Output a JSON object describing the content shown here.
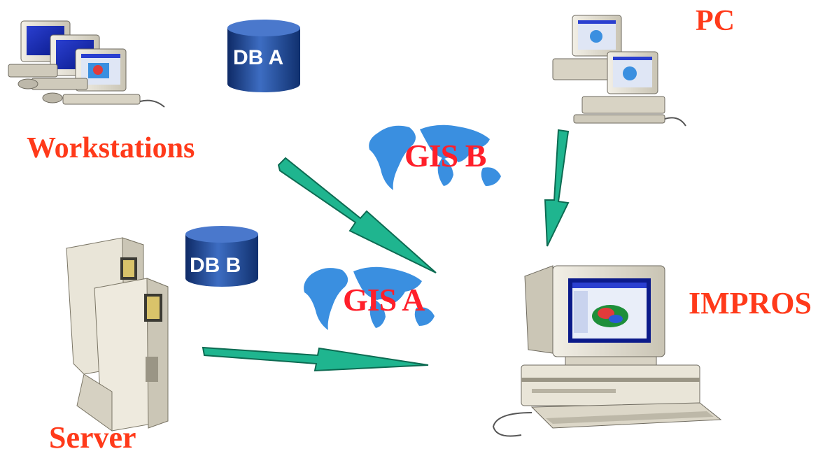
{
  "labels": {
    "workstations": "Workstations",
    "server": "Server",
    "pc": "PC",
    "impros": "IMPROS"
  },
  "databases": {
    "a": "DB A",
    "b": "DB B"
  },
  "gis": {
    "a": "GIS A",
    "b": "GIS B"
  },
  "colors": {
    "label_red": "#ff3a1a",
    "gis_red": "#ff1f2a",
    "map_blue": "#3a8fe0",
    "arrow_teal": "#1fb58f",
    "db_blue": "#1c3f8a",
    "computer_beige": "#e6e2d6"
  },
  "icons": {
    "workstations": "workstation-computers-icon",
    "pc": "pc-computers-icon",
    "server": "server-tower-icon",
    "impros": "impros-computer-icon",
    "database": "database-cylinder-icon",
    "world_map": "world-map-icon",
    "arrow": "flow-arrow-icon"
  }
}
